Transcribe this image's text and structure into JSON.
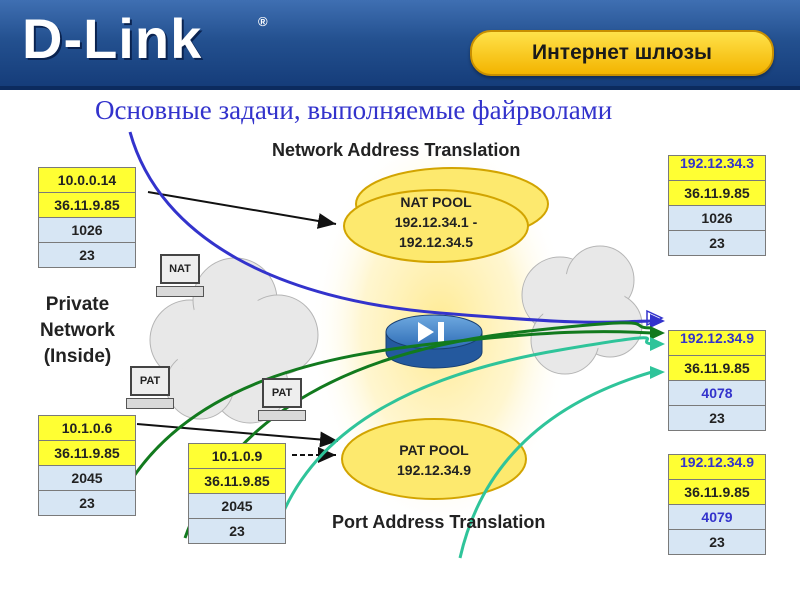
{
  "header": {
    "logo_text": "D-Link",
    "logo_mark": "®",
    "section_title": "Интернет шлюзы"
  },
  "title": "Основные задачи, выполняемые файрволами",
  "labels": {
    "nat": "Network Address Translation",
    "pat": "Port  Address Translation",
    "private_line1": "Private",
    "private_line2": "Network",
    "private_line3": "(Inside)"
  },
  "pools": {
    "nat_line1": "NAT POOL",
    "nat_line2": "192.12.34.1 -",
    "nat_line3": "192.12.34.5",
    "pat_line1": "PAT POOL",
    "pat_line2": "192.12.34.9"
  },
  "hosts": {
    "nat": "NAT",
    "pat1": "PAT",
    "pat2": "PAT"
  },
  "packets": {
    "inside_nat": [
      "10.0.0.14",
      "36.11.9.85",
      "1026",
      "23"
    ],
    "inside_pat1": [
      "10.1.0.6",
      "36.11.9.85",
      "2045",
      "23"
    ],
    "inside_pat2": [
      "10.1.0.9",
      "36.11.9.85",
      "2045",
      "23"
    ],
    "outside_nat": [
      "192.12.34.3",
      "36.11.9.85",
      "1026",
      "23"
    ],
    "outside_pat1": [
      "192.12.34.9",
      "36.11.9.85",
      "4078",
      "23"
    ],
    "outside_pat2": [
      "192.12.34.9",
      "36.11.9.85",
      "4079",
      "23"
    ]
  },
  "colors": {
    "nat_flow": "#3333cc",
    "pat_flow_1": "#127a1e",
    "pat_flow_2": "#2fc49a",
    "pool_fill": "#fde96e",
    "ip_cell": "#ffff33",
    "port_cell": "#d7e6f4"
  }
}
